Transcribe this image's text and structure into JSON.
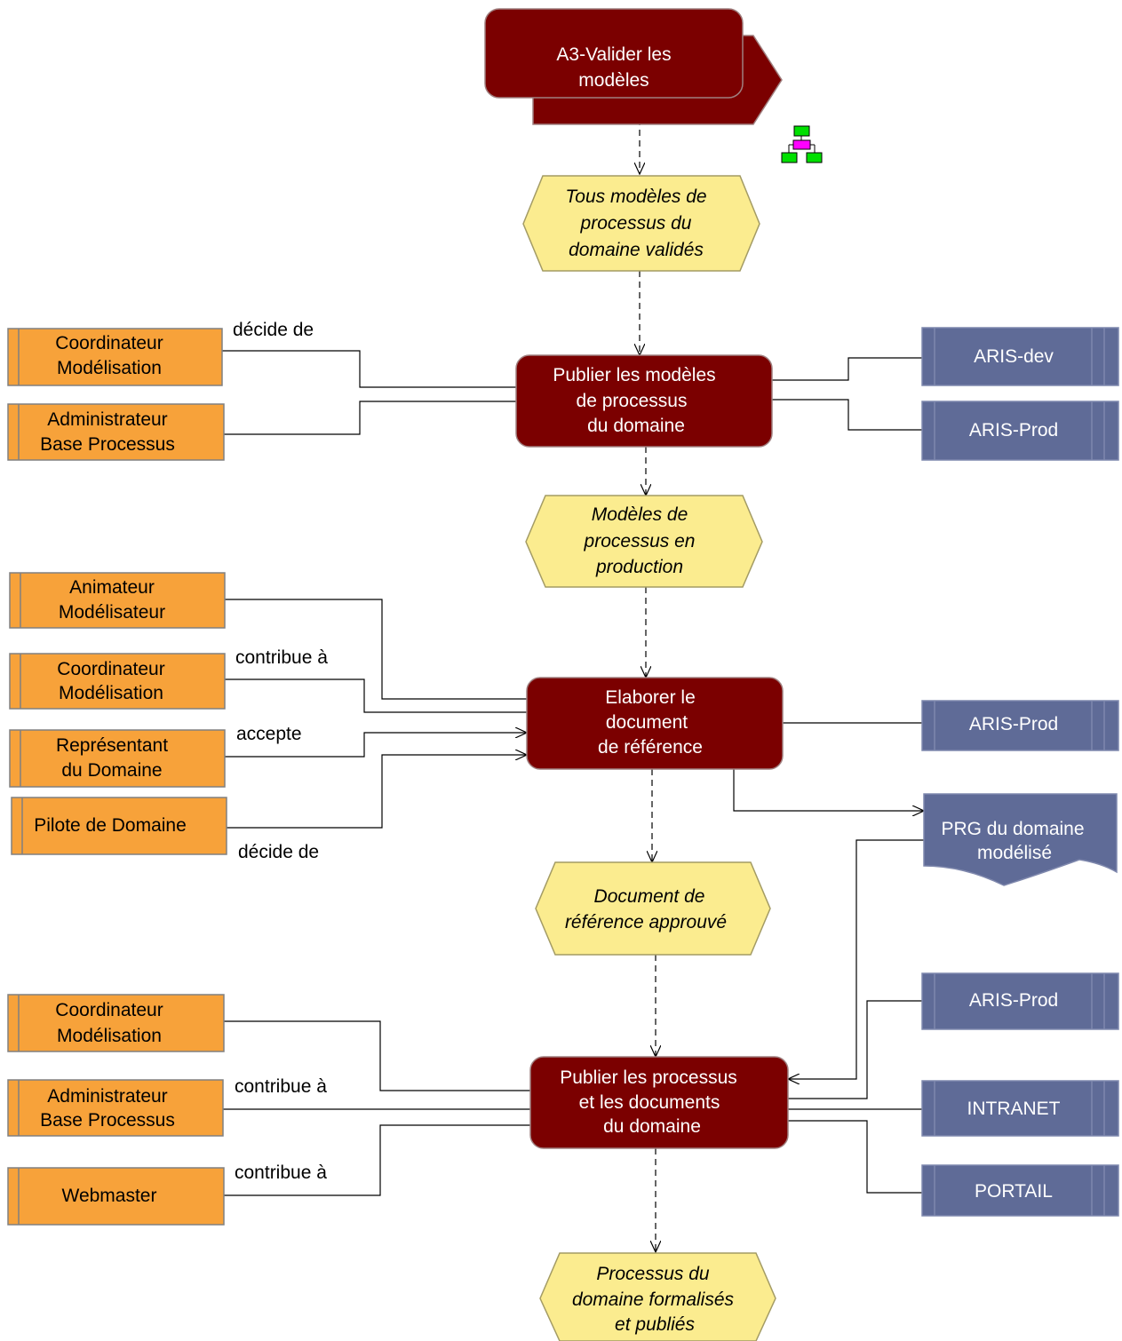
{
  "process_interface": {
    "line1": "A3-Valider les",
    "line2": "modèles"
  },
  "events": {
    "e1": [
      "Tous modèles de",
      "processus du",
      "domaine validés"
    ],
    "e2": [
      "Modèles de",
      "processus en",
      "production"
    ],
    "e3": [
      "Document de",
      "référence approuvé"
    ],
    "e4": [
      "Processus du",
      "domaine formalisés",
      "et publiés"
    ]
  },
  "functions": {
    "f1": [
      "Publier les modèles",
      "de processus",
      "du domaine"
    ],
    "f2": [
      "Elaborer le",
      "document",
      "de référence"
    ],
    "f3": [
      "Publier les processus",
      "et les documents",
      "du domaine"
    ]
  },
  "roles": {
    "r1": [
      "Coordinateur",
      "Modélisation"
    ],
    "r2": [
      "Administrateur",
      "Base Processus"
    ],
    "r3": [
      "Animateur",
      "Modélisateur"
    ],
    "r4": [
      "Coordinateur",
      "Modélisation"
    ],
    "r5": [
      "Représentant",
      "du Domaine"
    ],
    "r6": [
      "Pilote de Domaine"
    ],
    "r7": [
      "Coordinateur",
      "Modélisation"
    ],
    "r8": [
      "Administrateur",
      "Base Processus"
    ],
    "r9": [
      "Webmaster"
    ]
  },
  "systems": {
    "s1": "ARIS-dev",
    "s2": "ARIS-Prod",
    "s3": "ARIS-Prod",
    "s4": "ARIS-Prod",
    "s5": "INTRANET",
    "s6": "PORTAIL"
  },
  "document": [
    "PRG du domaine",
    "modélisé"
  ],
  "connection_labels": {
    "c1": "décide de",
    "c2": "contribue à",
    "c3": "accepte",
    "c4": "décide de",
    "c5": "contribue à",
    "c6": "contribue à"
  },
  "colors": {
    "function": "#7b0000",
    "event": "#fbec8f",
    "role": "#f7a23a",
    "system": "#5f6b97",
    "assignment_icon_top": "#00e000",
    "assignment_icon_mid": "#ff00ff"
  },
  "icons": {
    "assignment": "process-hierarchy-icon"
  }
}
